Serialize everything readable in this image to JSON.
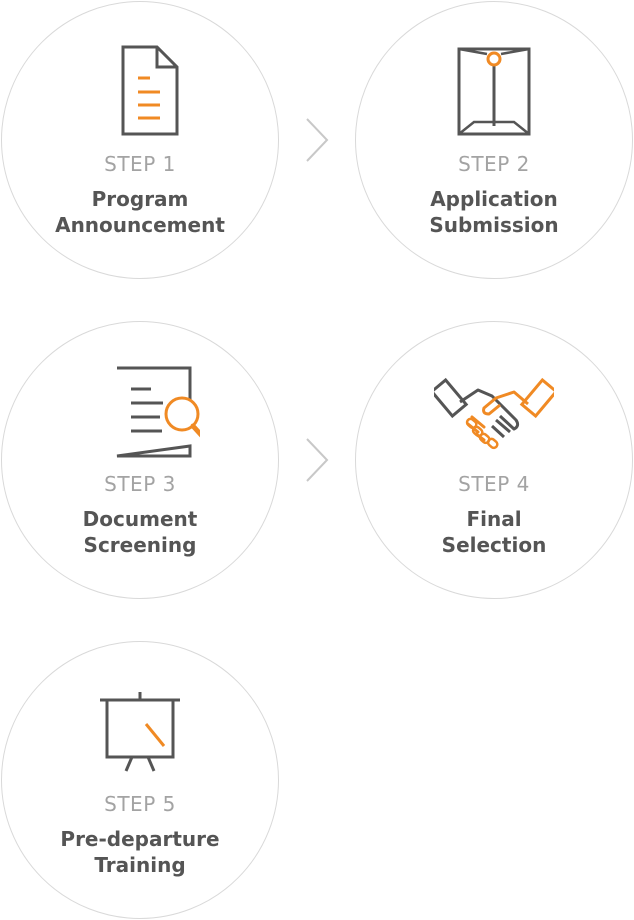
{
  "colors": {
    "accent": "#f08a24",
    "icon_stroke": "#555555",
    "circle_border": "#d9d9d9",
    "step_label": "#a3a3a3",
    "title_text": "#555555"
  },
  "steps": [
    {
      "label": "STEP 1",
      "title_line1": "Program",
      "title_line2": "Announcement",
      "icon": "document-icon"
    },
    {
      "label": "STEP 2",
      "title_line1": "Application",
      "title_line2": "Submission",
      "icon": "envelope-icon"
    },
    {
      "label": "STEP 3",
      "title_line1": "Document",
      "title_line2": "Screening",
      "icon": "document-search-icon"
    },
    {
      "label": "STEP 4",
      "title_line1": "Final",
      "title_line2": "Selection",
      "icon": "handshake-icon"
    },
    {
      "label": "STEP 5",
      "title_line1": "Pre-departure",
      "title_line2": "Training",
      "icon": "presentation-board-icon"
    }
  ],
  "connectors": [
    {
      "icon": "chevron-right-icon"
    },
    {
      "icon": "chevron-right-icon"
    }
  ]
}
